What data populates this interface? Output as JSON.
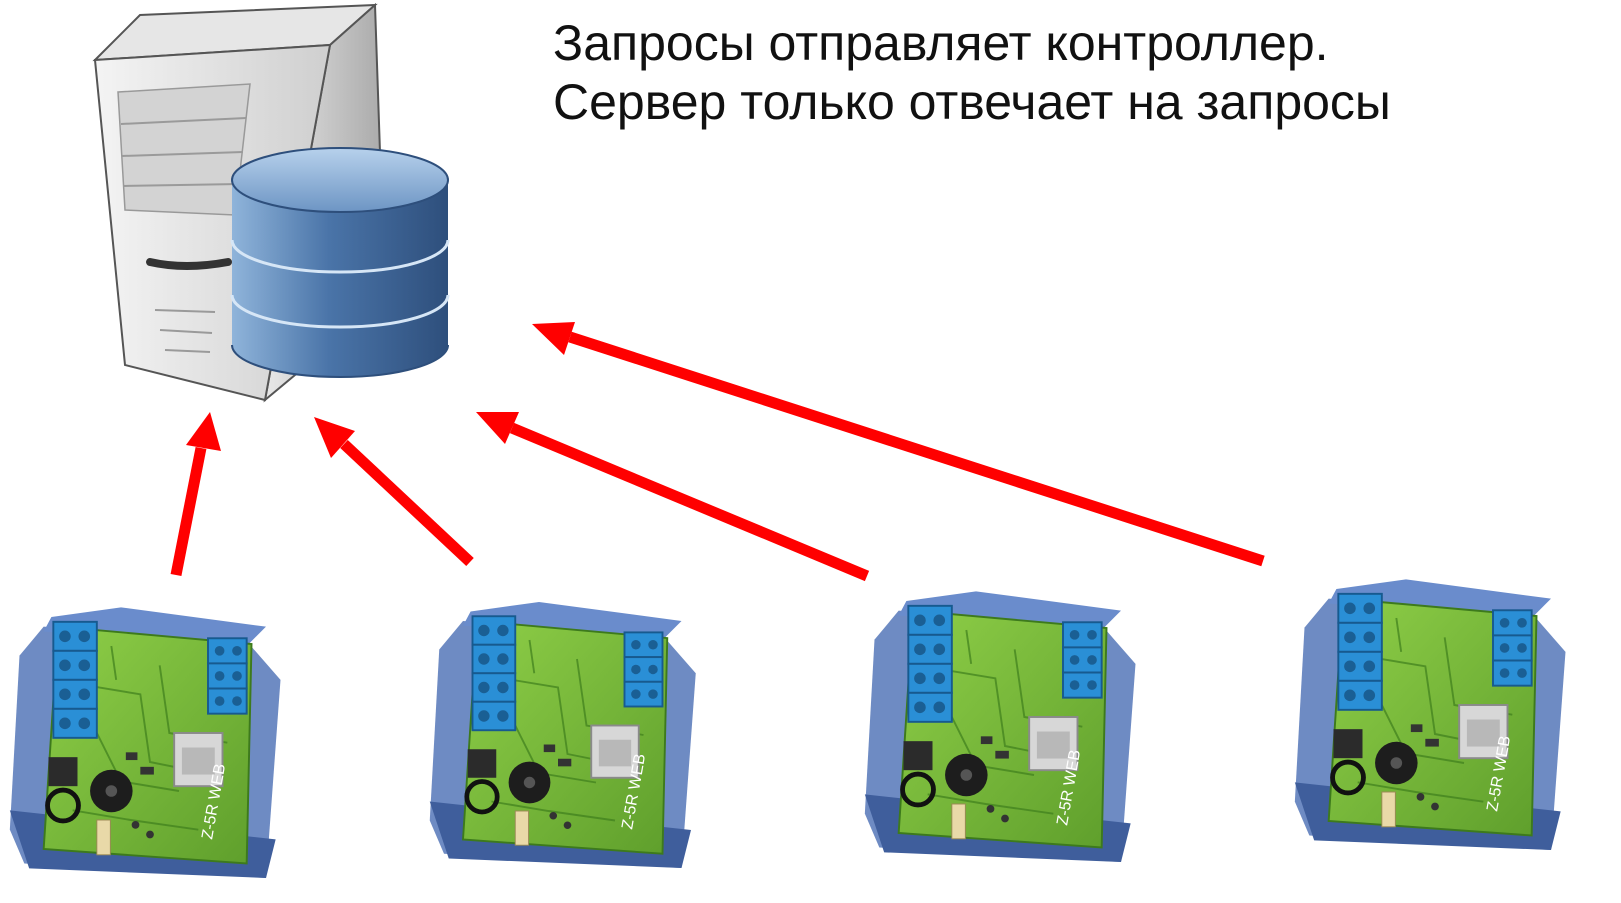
{
  "caption": {
    "line1": "Запросы отправляет контроллер.",
    "line2": "Сервер только отвечает на запросы"
  },
  "server": {
    "icon": "server-database-icon"
  },
  "controllers": [
    {
      "icon": "controller-board-icon",
      "label": "Z-5R WEB"
    },
    {
      "icon": "controller-board-icon",
      "label": "Z-5R WEB"
    },
    {
      "icon": "controller-board-icon",
      "label": "Z-5R WEB"
    },
    {
      "icon": "controller-board-icon",
      "label": "Z-5R WEB"
    }
  ],
  "colors": {
    "arrow": "#ff0000",
    "board": "#7fbf3a",
    "board_dark": "#4e8f25",
    "terminal": "#2a8fd6",
    "case": "#4f6fb0",
    "database": "#4a74a8",
    "tower": "#dcdcdc"
  }
}
